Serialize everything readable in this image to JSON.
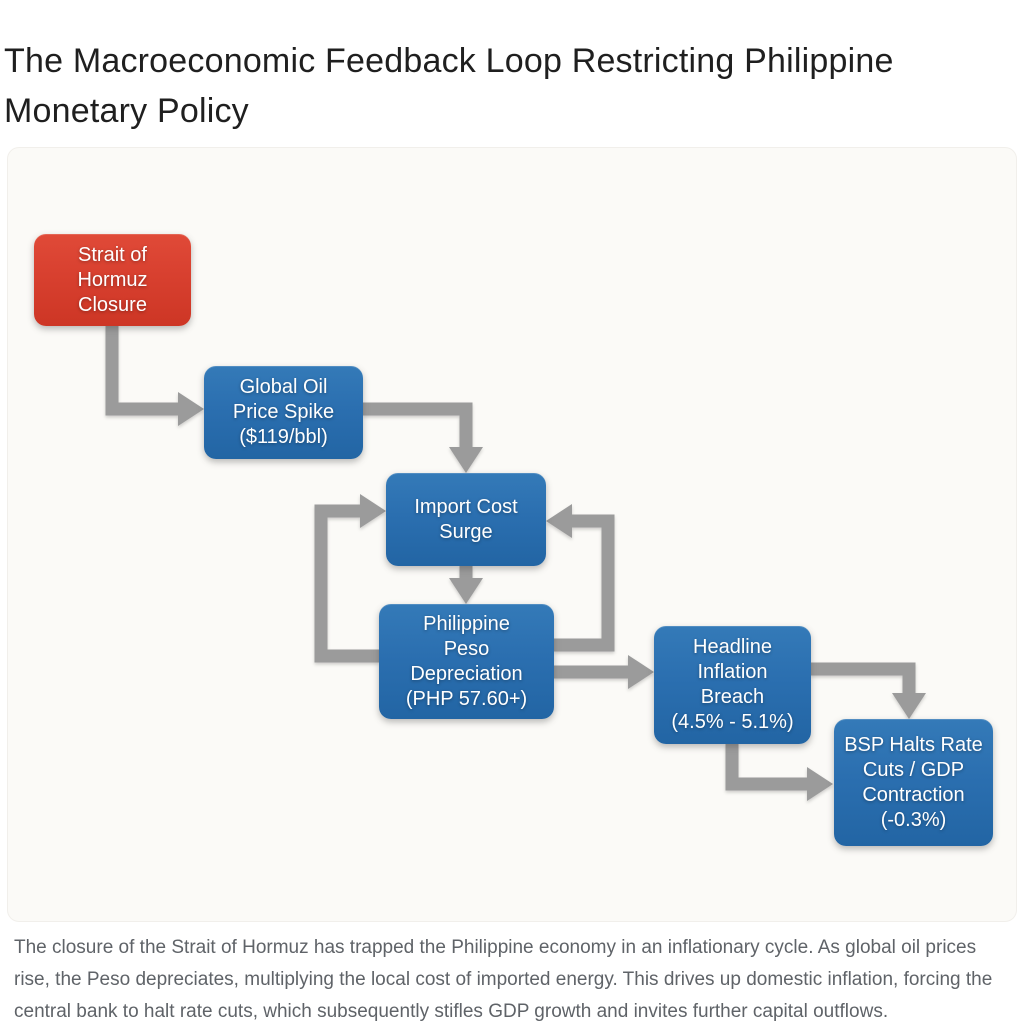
{
  "page": {
    "title": "The Macroeconomic Feedback Loop Restricting Philippine Monetary Policy",
    "caption": "The closure of the Strait of Hormuz has trapped the Philippine economy in an inflationary cycle. As global oil prices rise, the Peso depreciates, multiplying the local cost of imported energy. This drives up domestic inflation, forcing the central bank to halt rate cuts, which subsequently stifles GDP growth and invites further capital outflows."
  },
  "colors": {
    "node_blue": "#2b6fb0",
    "node_red": "#d8402f",
    "node_text": "#ffffff",
    "arrow_gray": "#9b9b9b",
    "panel_bg": "#fbfaf7",
    "title_text": "#1f1f1f",
    "caption_text": "#5f6368"
  },
  "diagram": {
    "nodes": [
      {
        "id": "hormuz",
        "role": "trigger",
        "color": "red",
        "label": "Strait of\nHormuz\nClosure"
      },
      {
        "id": "oil",
        "role": "effect",
        "color": "blue",
        "label": "Global Oil\nPrice Spike\n($119/bbl)"
      },
      {
        "id": "import",
        "role": "effect",
        "color": "blue",
        "label": "Import Cost\nSurge"
      },
      {
        "id": "peso",
        "role": "effect",
        "color": "blue",
        "label": "Philippine\nPeso\nDepreciation\n(PHP 57.60+)"
      },
      {
        "id": "inflation",
        "role": "effect",
        "color": "blue",
        "label": "Headline\nInflation\nBreach\n(4.5% - 5.1%)"
      },
      {
        "id": "bsp",
        "role": "outcome",
        "color": "blue",
        "label": "BSP Halts Rate\nCuts / GDP\nContraction\n(-0.3%)"
      }
    ],
    "edges": [
      {
        "from": "hormuz",
        "to": "oil"
      },
      {
        "from": "oil",
        "to": "import"
      },
      {
        "from": "import",
        "to": "peso"
      },
      {
        "from": "peso",
        "to": "import",
        "note": "feedback loop left"
      },
      {
        "from": "peso",
        "to": "import",
        "note": "feedback loop right"
      },
      {
        "from": "peso",
        "to": "inflation"
      },
      {
        "from": "inflation",
        "to": "bsp",
        "note": "enters top"
      },
      {
        "from": "inflation",
        "to": "bsp",
        "note": "enters left"
      }
    ]
  }
}
